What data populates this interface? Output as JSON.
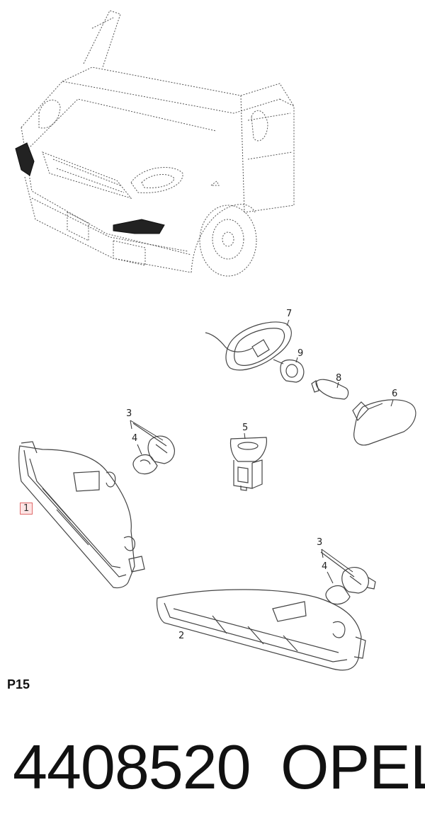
{
  "callouts": {
    "c1": "1",
    "c2": "2",
    "c3a": "3",
    "c4a": "4",
    "c3b": "3",
    "c4b": "4",
    "c5": "5",
    "c6": "6",
    "c7": "7",
    "c8": "8",
    "c9": "9"
  },
  "page_code": "P15",
  "part_number": "4408520",
  "brand": "OPEL",
  "colors": {
    "line": "#444444",
    "highlight_border": "#e06a6a",
    "highlight_fill": "#fde5e5",
    "text": "#111111"
  }
}
